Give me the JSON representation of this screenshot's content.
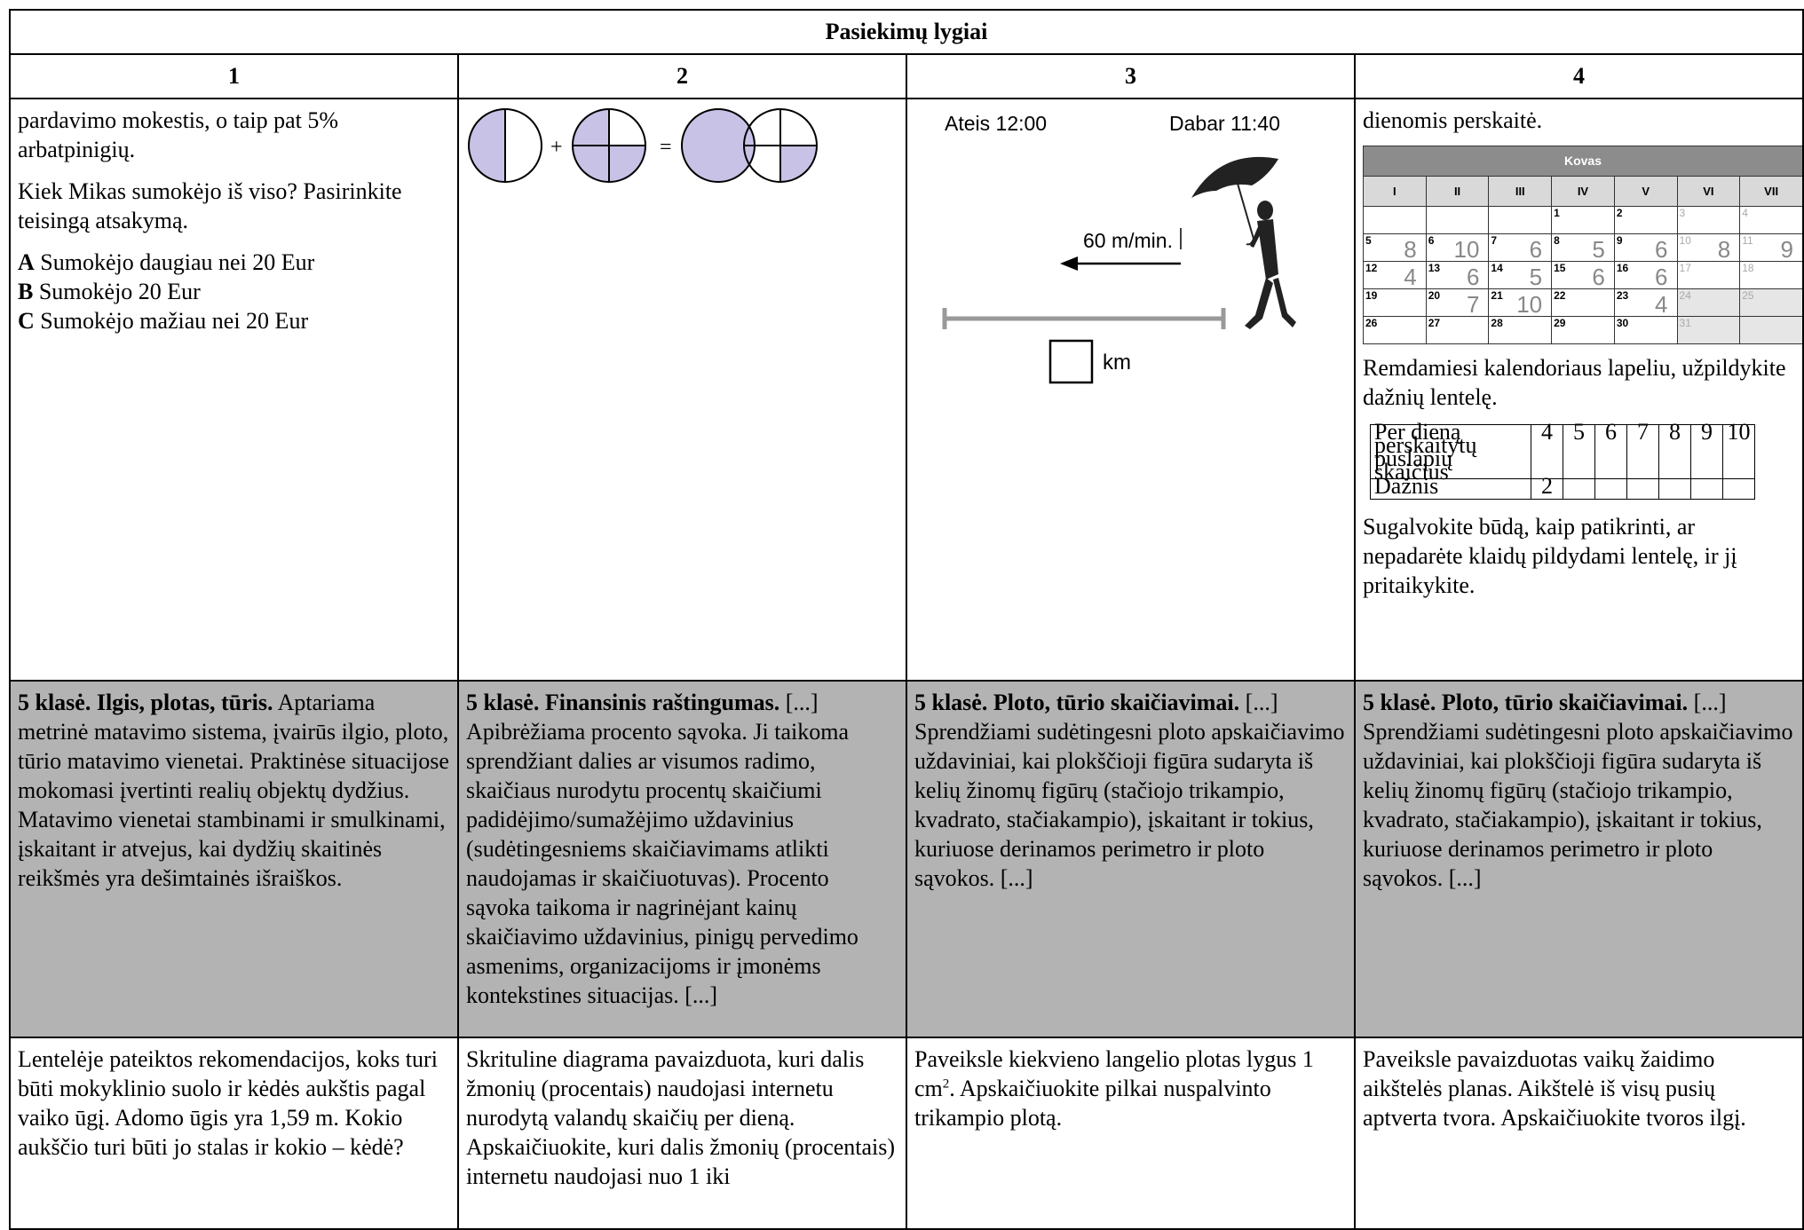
{
  "table": {
    "title": "Pasiekimų lygiai",
    "levels": [
      "1",
      "2",
      "3",
      "4"
    ]
  },
  "task1": {
    "line1": "pardavimo mokestis, o taip pat 5% arbatpinigių.",
    "question": "Kiek Mikas sumokėjo iš viso? Pasirinkite teisingą atsakymą.",
    "options": [
      {
        "letter": "A",
        "text": " Sumokėjo daugiau nei 20 Eur"
      },
      {
        "letter": "B",
        "text": " Sumokėjo 20 Eur"
      },
      {
        "letter": "C",
        "text": " Sumokėjo mažiau nei 20 Eur"
      }
    ]
  },
  "task2": {
    "plus": "+",
    "equals": "="
  },
  "task3": {
    "arrives": "Ateis 12:00",
    "now": "Dabar 11:40",
    "speed": "60 m/min.",
    "unit": "km"
  },
  "task4": {
    "line1": "dienomis perskaitė.",
    "calendar": {
      "month": "Kovas",
      "days": [
        "I",
        "II",
        "III",
        "IV",
        "V",
        "VI",
        "VII"
      ],
      "weeks": [
        [
          {
            "d": "",
            "p": ""
          },
          {
            "d": "",
            "p": ""
          },
          {
            "d": "",
            "p": ""
          },
          {
            "d": "1",
            "p": ""
          },
          {
            "d": "2",
            "p": ""
          },
          {
            "d": "3",
            "p": "",
            "dim": true
          },
          {
            "d": "4",
            "p": "",
            "dim": true
          }
        ],
        [
          {
            "d": "5",
            "p": "8"
          },
          {
            "d": "6",
            "p": "10"
          },
          {
            "d": "7",
            "p": "6"
          },
          {
            "d": "8",
            "p": "5"
          },
          {
            "d": "9",
            "p": "6"
          },
          {
            "d": "10",
            "p": "8",
            "dim": true
          },
          {
            "d": "11",
            "p": "9",
            "dim": true
          }
        ],
        [
          {
            "d": "12",
            "p": "4"
          },
          {
            "d": "13",
            "p": "6"
          },
          {
            "d": "14",
            "p": "5"
          },
          {
            "d": "15",
            "p": "6"
          },
          {
            "d": "16",
            "p": "6"
          },
          {
            "d": "17",
            "p": "",
            "dim": true
          },
          {
            "d": "18",
            "p": "",
            "dim": true
          }
        ],
        [
          {
            "d": "19",
            "p": ""
          },
          {
            "d": "20",
            "p": "7"
          },
          {
            "d": "21",
            "p": "10"
          },
          {
            "d": "22",
            "p": ""
          },
          {
            "d": "23",
            "p": "4"
          },
          {
            "d": "24",
            "p": "",
            "dim": true,
            "grey": true
          },
          {
            "d": "25",
            "p": "",
            "dim": true,
            "grey": true
          }
        ],
        [
          {
            "d": "26",
            "p": ""
          },
          {
            "d": "27",
            "p": ""
          },
          {
            "d": "28",
            "p": ""
          },
          {
            "d": "29",
            "p": ""
          },
          {
            "d": "30",
            "p": ""
          },
          {
            "d": "31",
            "p": "",
            "dim": true,
            "grey": true
          },
          {
            "d": "",
            "p": "",
            "grey": true
          }
        ]
      ]
    },
    "instruction": "Remdamiesi kalendoriaus lapeliu, užpildykite dažnių lentelę.",
    "freq": {
      "row1_label": "Per dieną perskaitytų puslapių skaičius",
      "values": [
        "4",
        "5",
        "6",
        "7",
        "8",
        "9",
        "10"
      ],
      "row2_label": "Dažnis",
      "counts": [
        "2",
        "",
        "",
        "",
        "",
        "",
        ""
      ]
    },
    "closing": "Sugalvokite būdą, kaip patikrinti, ar nepadarėte klaidų pildydami lentelę, ir jį pritaikykite."
  },
  "desc": [
    {
      "head": "5 klasė. Ilgis, plotas, tūris.",
      "body": " Aptariama metrinė matavimo sistema, įvairūs ilgio, ploto, tūrio matavimo vienetai. Praktinėse situacijose mokomasi įvertinti realių objektų dydžius. Matavimo vienetai stambinami ir smulkinami, įskaitant ir atvejus, kai dydžių skaitinės reikšmės yra dešimtainės išraiškos."
    },
    {
      "head": "5 klasė. Finansinis raštingumas.",
      "body": " [...] Apibrėžiama procento sąvoka. Ji taikoma sprendžiant dalies ar visumos radimo, skaičiaus nurodytu procentų skaičiumi padidėjimo/sumažėjimo uždavinius (sudėtingesniems skaičiavimams atlikti naudojamas ir skaičiuotuvas). Procento sąvoka taikoma ir nagrinėjant kainų skaičiavimo uždavinius, pinigų pervedimo asmenims, organizacijoms ir įmonėms kontekstines situacijas. [...]"
    },
    {
      "head": "5 klasė. Ploto, tūrio skaičiavimai.",
      "body": " [...] Sprendžiami sudėtingesni ploto apskaičiavimo uždaviniai, kai plokščioji figūra sudaryta iš kelių žinomų figūrų (stačiojo trikampio, kvadrato, stačiakampio), įskaitant ir tokius, kuriuose derinamos perimetro ir ploto sąvokos. [...]"
    },
    {
      "head": "5 klasė. Ploto, tūrio skaičiavimai.",
      "body": " [...] Sprendžiami sudėtingesni ploto apskaičiavimo uždaviniai, kai plokščioji figūra sudaryta iš kelių žinomų figūrų (stačiojo trikampio, kvadrato, stačiakampio), įskaitant ir tokius, kuriuose derinamos perimetro ir ploto sąvokos. [...]"
    }
  ],
  "tasks2": {
    "t1": "Lentelėje pateiktos rekomendacijos, koks turi būti mokyklinio suolo ir kėdės aukštis pagal vaiko ūgį. Adomo ūgis yra 1,59 m. Kokio aukščio turi būti jo stalas ir kokio – kėdė?",
    "t2": "Skrituline diagrama pavaizduota, kuri dalis žmonių (procentais) naudojasi internetu nurodytą valandų skaičių per dieną. Apskaičiuokite, kuri dalis žmonių (procentais) internetu naudojasi nuo 1 iki",
    "t3a": "Paveiksle kiekvieno langelio plotas lygus 1 cm",
    "t3sup": "2",
    "t3b": ". Apskaičiuokite pilkai nuspalvinto trikampio plotą.",
    "t4": "Paveiksle pavaizduotas vaikų žaidimo aikštelės planas. Aikštelė iš visų pusių aptverta tvora. Apskaičiuokite tvoros ilgį."
  },
  "colors": {
    "shade": "#b3b3b3",
    "fraction_fill": "#c7c2e6",
    "calendar_header": "#8c8c8c"
  }
}
